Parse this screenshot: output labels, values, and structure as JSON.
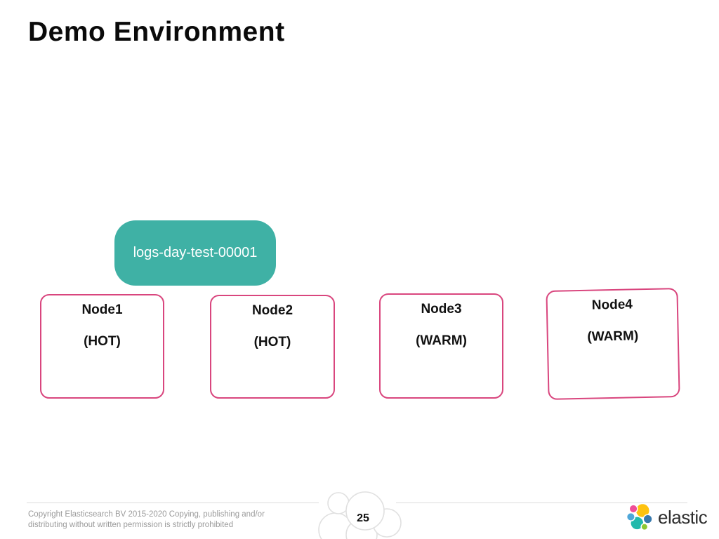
{
  "title": "Demo Environment",
  "index_label": "logs-day-test-00001",
  "nodes": [
    {
      "name": "Node1",
      "tier": "(HOT)"
    },
    {
      "name": "Node2",
      "tier": "(HOT)"
    },
    {
      "name": "Node3",
      "tier": "(WARM)"
    },
    {
      "name": "Node4",
      "tier": "(WARM)"
    }
  ],
  "footer": {
    "copyright_line1": "Copyright Elasticsearch BV 2015-2020 Copying, publishing and/or",
    "copyright_line2": "distributing without written permission is strictly prohibited",
    "page_number": "25",
    "brand": "elastic"
  },
  "colors": {
    "title-text": "#0a0a0a",
    "index-pill-bg": "#3fb1a5",
    "node-border": "#d9467e",
    "footer-text": "#9b9b9b",
    "divider": "#dcdcdc",
    "cloud-stroke": "#e0e0e0",
    "page-number-color": "#111111",
    "brand-text": "#2e2e2e",
    "logo-yellow": "#fec20f",
    "logo-pink": "#f04e98",
    "logo-lightblue": "#4fa7d9",
    "logo-teal": "#21b9ab",
    "logo-blue": "#3779ad",
    "logo-green": "#8cc832"
  }
}
